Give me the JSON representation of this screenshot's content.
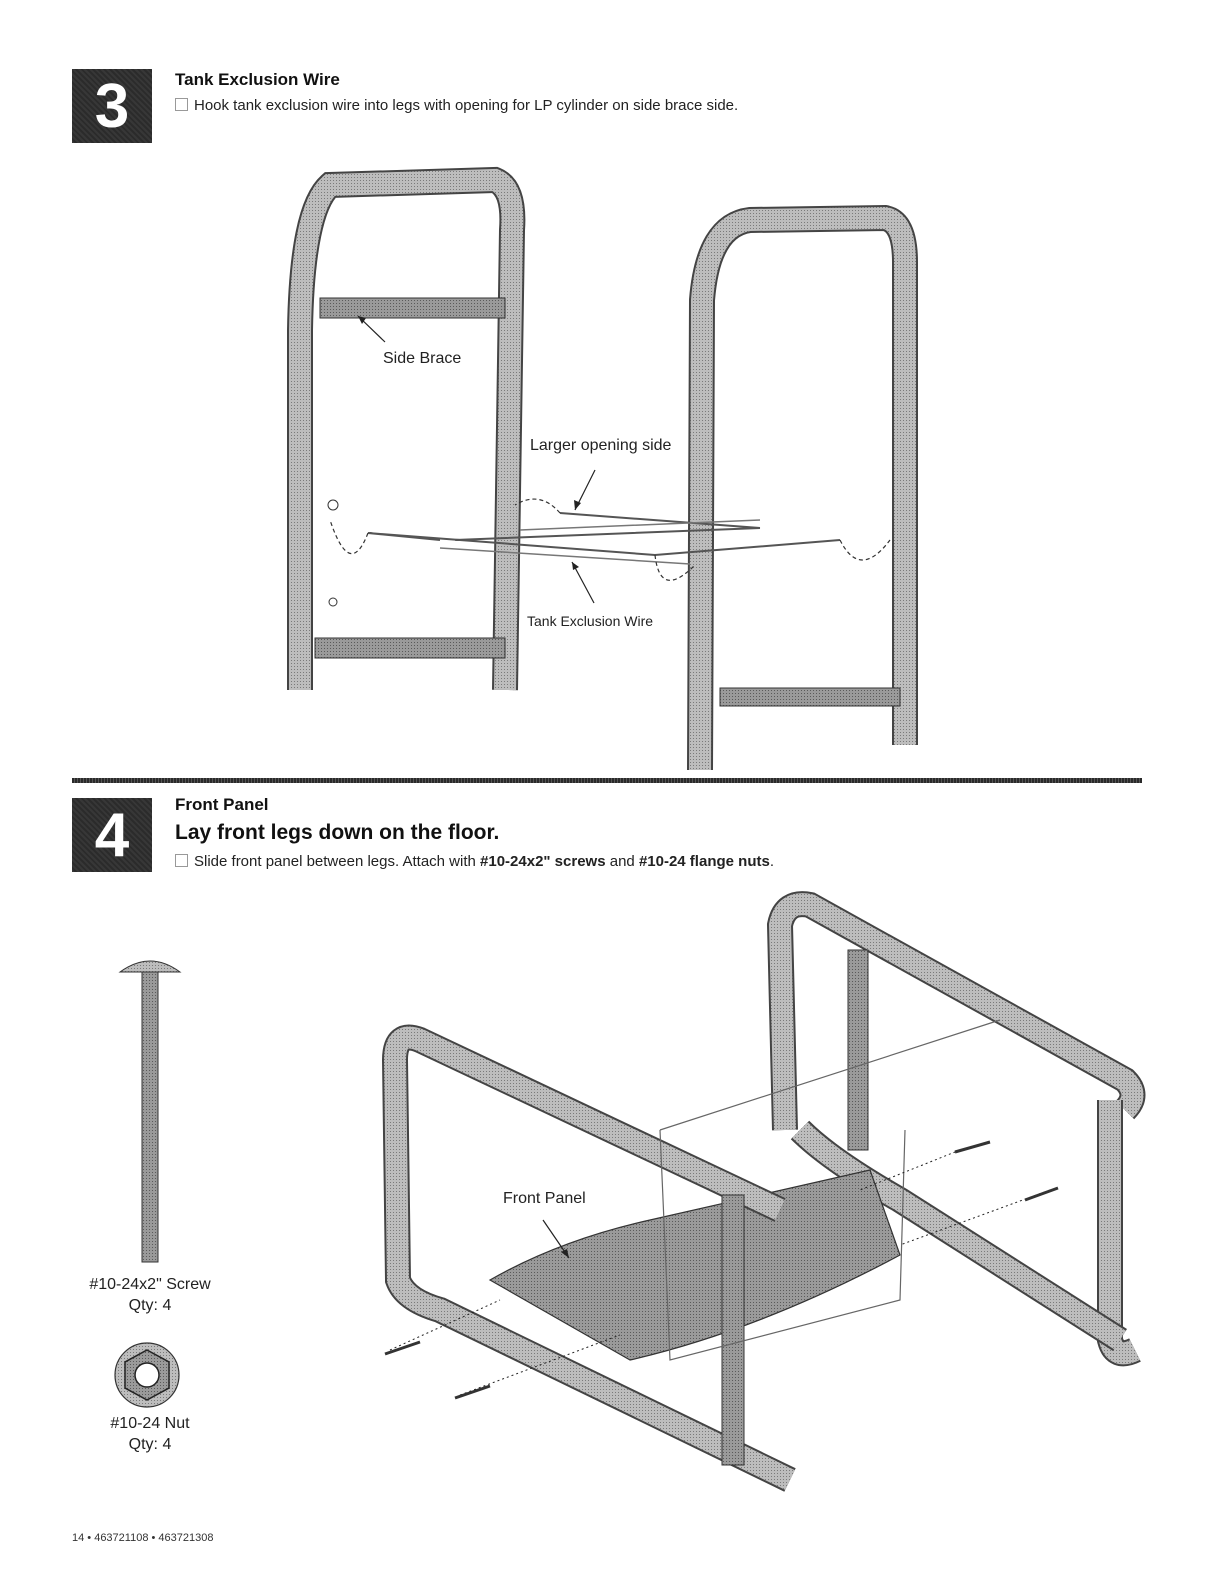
{
  "step3": {
    "number": "3",
    "title": "Tank Exclusion Wire",
    "instruction": "Hook tank exclusion wire into legs with opening for LP cylinder on side brace side.",
    "labels": {
      "side_brace": "Side Brace",
      "larger_opening": "Larger opening side",
      "tank_wire": "Tank Exclusion Wire"
    }
  },
  "step4": {
    "number": "4",
    "title": "Front Panel",
    "heading": "Lay front legs down on the floor.",
    "instruction_prefix": "Slide front panel between legs. Attach with ",
    "screws": "#10-24x2\" screws",
    "instruction_mid": " and ",
    "nuts": "#10-24 flange nuts",
    "instruction_suffix": ".",
    "labels": {
      "front_panel": "Front Panel"
    },
    "parts": {
      "screw": {
        "name": "#10-24x2\" Screw",
        "qty": "Qty: 4"
      },
      "nut": {
        "name": "#10-24 Nut",
        "qty": "Qty: 4"
      }
    }
  },
  "footer": "14 • 463721108 • 463721308"
}
